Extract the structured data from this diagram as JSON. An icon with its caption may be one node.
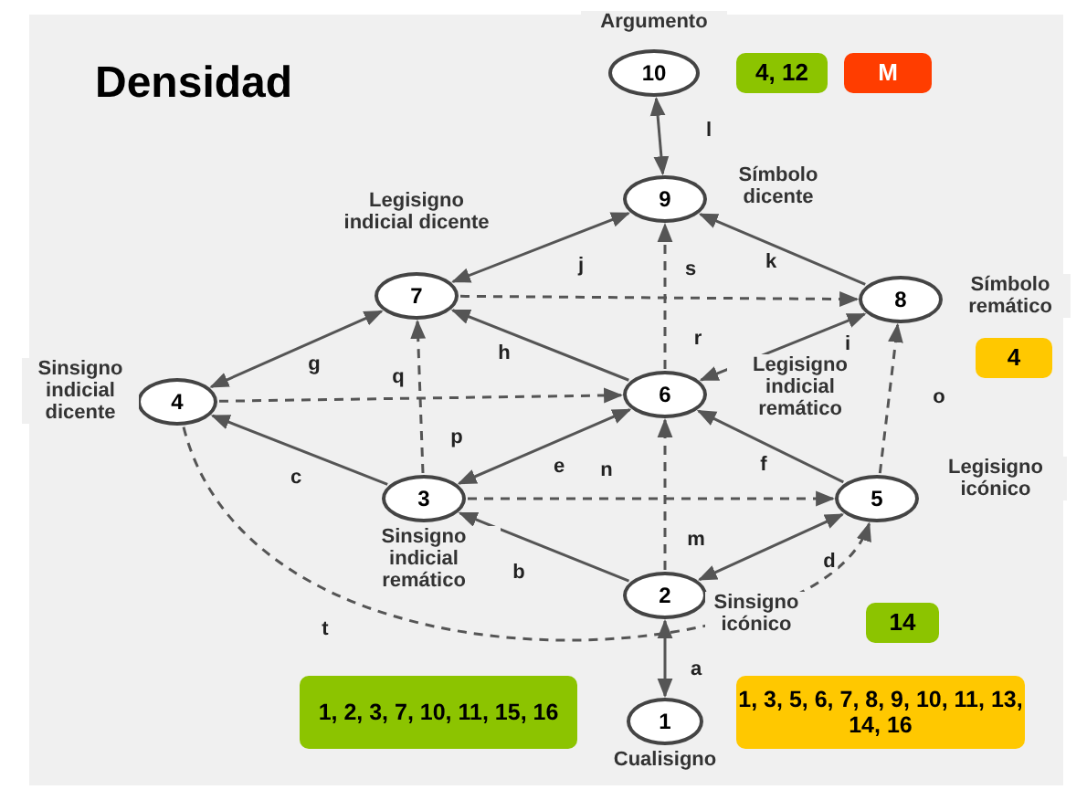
{
  "diagram": {
    "title": "Densidad",
    "nodes": [
      {
        "text": [
          "10"
        ],
        "beside": [
          "Argumento"
        ]
      },
      {
        "text": [
          "4, 12"
        ]
      },
      {
        "text": [
          "M"
        ]
      },
      {
        "text": [
          "9"
        ],
        "beside": [
          "Símbolo dicente"
        ]
      },
      {
        "text": [
          "7"
        ],
        "beside": [
          "Legisigno indicial dicente"
        ]
      },
      {
        "text": [
          "8"
        ],
        "beside": [
          "Símbolo remático"
        ]
      },
      {
        "text": [
          "4"
        ]
      },
      {
        "text": [
          "4"
        ],
        "beside": [
          "Sinsigno indicial dicente"
        ]
      },
      {
        "text": [
          "6"
        ],
        "beside": [
          "Legisigno indicial remático"
        ]
      },
      {
        "text": [
          "3"
        ],
        "beside": [
          "Sinsigno indicial remático"
        ]
      },
      {
        "text": [
          "5"
        ],
        "beside": [
          "Legisigno icónico"
        ]
      },
      {
        "text": [
          "2"
        ],
        "beside": [
          "Sinsigno icónico"
        ]
      },
      {
        "text": [
          "14"
        ]
      },
      {
        "text": [
          "1, 2, 3, 7, 10, 11, 15, 16"
        ]
      },
      {
        "text": [
          "1"
        ],
        "beside": [
          "Cualisigno"
        ]
      },
      {
        "text": [
          "1, 3, 5, 6, 7, 8, 9, 10, 11, 13, 14, 16"
        ]
      }
    ],
    "edges": [
      {
        "from": 0,
        "to": 3,
        "arrow": "both",
        "label": "l"
      },
      {
        "from": 4,
        "to": 3,
        "arrow": "both",
        "label": "j"
      },
      {
        "from": 5,
        "to": 3,
        "arrow": "to",
        "label": "k"
      },
      {
        "from": 8,
        "to": 3,
        "arrow": "to",
        "label": "s",
        "style": "dashed"
      },
      {
        "from": 4,
        "to": 5,
        "arrow": "to",
        "label": "r",
        "style": "dashed"
      },
      {
        "from": 7,
        "to": 4,
        "arrow": "both",
        "label": "g"
      },
      {
        "from": 8,
        "to": 4,
        "arrow": "to",
        "label": "h"
      },
      {
        "from": 8,
        "to": 5,
        "arrow": "both",
        "label": "i"
      },
      {
        "from": 7,
        "to": 8,
        "arrow": "to",
        "label": "q",
        "style": "dashed"
      },
      {
        "from": 9,
        "to": 4,
        "arrow": "to",
        "label": "p",
        "style": "dashed"
      },
      {
        "from": 9,
        "to": 7,
        "arrow": "to",
        "label": "c"
      },
      {
        "from": 9,
        "to": 8,
        "arrow": "both",
        "label": "e"
      },
      {
        "from": 9,
        "to": 10,
        "arrow": "to",
        "label": "n",
        "style": "dashed"
      },
      {
        "from": 10,
        "to": 8,
        "arrow": "to",
        "label": "f"
      },
      {
        "from": 10,
        "to": 5,
        "arrow": "to",
        "label": "o",
        "style": "dashed"
      },
      {
        "from": 11,
        "to": 8,
        "arrow": "to",
        "label": "m",
        "style": "dashed"
      },
      {
        "from": 11,
        "to": 9,
        "arrow": "to",
        "label": "b"
      },
      {
        "from": 11,
        "to": 10,
        "arrow": "both",
        "label": "d"
      },
      {
        "from": 7,
        "to": 10,
        "arrow": "to",
        "label": "t",
        "style": "dashed"
      },
      {
        "from": 14,
        "to": 11,
        "arrow": "both",
        "label": "a"
      }
    ]
  }
}
